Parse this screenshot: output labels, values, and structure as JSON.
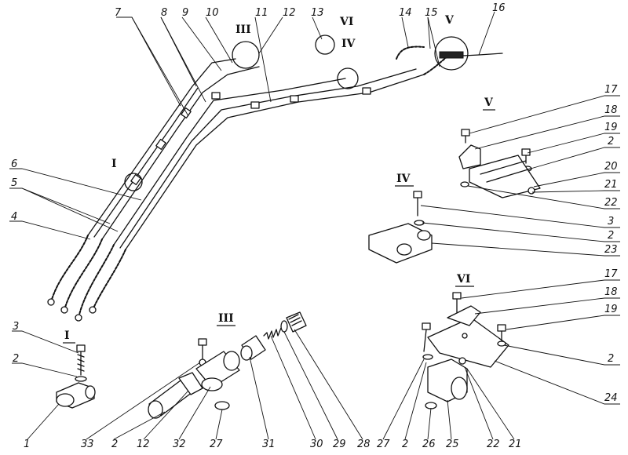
{
  "callouts": {
    "c1": "1",
    "c2a": "2",
    "c2b": "2",
    "c2c": "2",
    "c2d": "2",
    "c2e": "2",
    "c2f": "2",
    "c3a": "3",
    "c3b": "3",
    "c4": "4",
    "c5": "5",
    "c6": "6",
    "c7": "7",
    "c8": "8",
    "c9": "9",
    "c10": "10",
    "c11": "11",
    "c12a": "12",
    "c12b": "12",
    "c13": "13",
    "c14": "14",
    "c15": "15",
    "c16": "16",
    "c17a": "17",
    "c17b": "17",
    "c18a": "18",
    "c18b": "18",
    "c19a": "19",
    "c19b": "19",
    "c20": "20",
    "c21a": "21",
    "c21b": "21",
    "c22a": "22",
    "c22b": "22",
    "c23": "23",
    "c24": "24",
    "c25": "25",
    "c26": "26",
    "c27a": "27",
    "c27b": "27",
    "c28": "28",
    "c29": "29",
    "c30": "30",
    "c31": "31",
    "c32": "32",
    "c33": "33"
  },
  "views": {
    "v1_main": "I",
    "v1_detail": "I",
    "v3_main": "III",
    "v3_detail": "III",
    "v4_main": "IV",
    "v4_detail": "IV",
    "v5_main": "V",
    "v5_detail": "V",
    "v6_main": "VI",
    "v6_detail": "VI"
  }
}
